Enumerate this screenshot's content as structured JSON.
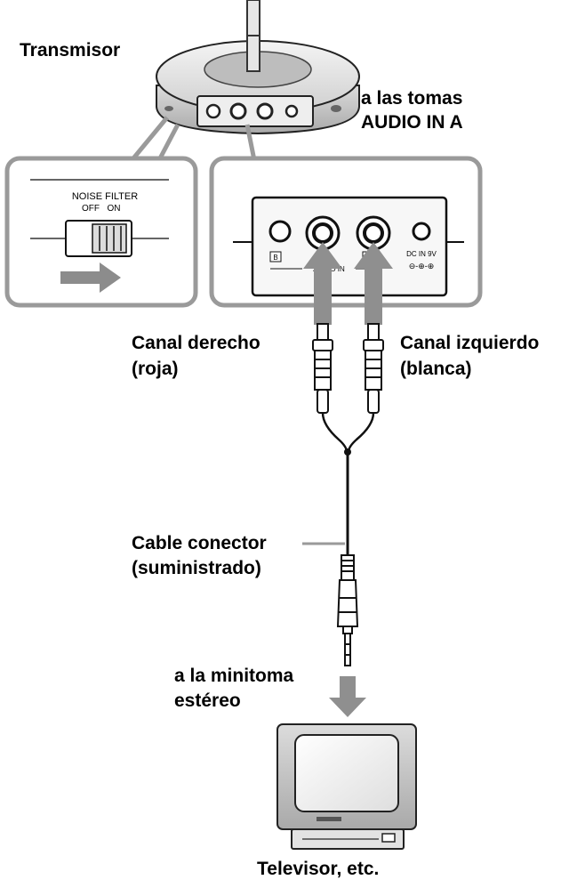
{
  "labels": {
    "transmitter": "Transmisor",
    "audio_in_line1": "a las tomas",
    "audio_in_line2": "AUDIO IN A",
    "right_channel_line1": "Canal derecho",
    "right_channel_line2": "(roja)",
    "left_channel_line1": "Canal izquierdo",
    "left_channel_line2": "(blanca)",
    "cable_line1": "Cable conector",
    "cable_line2": "(suministrado)",
    "stereo_jack_line1": "a la minitoma",
    "stereo_jack_line2": "estéreo",
    "tv": "Televisor, etc."
  },
  "switch_panel": {
    "title": "NOISE FILTER",
    "off": "OFF",
    "on": "ON"
  },
  "jack_panel": {
    "b": "B",
    "a": "A",
    "audio_in": "AUDIO IN",
    "dc_in": "DC IN 9V"
  }
}
